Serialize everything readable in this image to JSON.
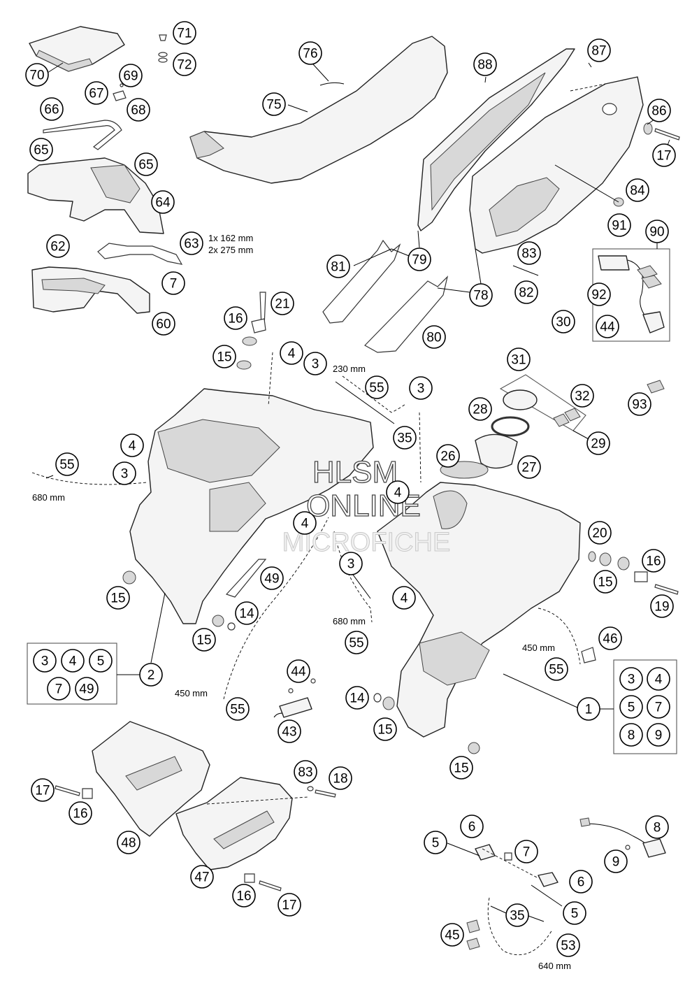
{
  "dimensions": {
    "d55_left": "680 mm",
    "d63": "1x 162 mm\n2x 275 mm",
    "d63_line1": "1x 162 mm",
    "d63_line2": "2x 275 mm",
    "d55_top": "230 mm",
    "d55_center": "680 mm",
    "d55_right": "450 mm",
    "d55_bottom_left": "450 mm",
    "d53": "640 mm"
  },
  "watermark": {
    "line1": "HLSM",
    "line2": "ONLINE",
    "line3": "MICROFICHE"
  },
  "callouts": [
    {
      "id": "c71",
      "label": "71"
    },
    {
      "id": "c72",
      "label": "72"
    },
    {
      "id": "c70",
      "label": "70"
    },
    {
      "id": "c69",
      "label": "69"
    },
    {
      "id": "c67",
      "label": "67"
    },
    {
      "id": "c68",
      "label": "68"
    },
    {
      "id": "c66",
      "label": "66"
    },
    {
      "id": "c65a",
      "label": "65"
    },
    {
      "id": "c65b",
      "label": "65"
    },
    {
      "id": "c64",
      "label": "64"
    },
    {
      "id": "c63",
      "label": "63"
    },
    {
      "id": "c62",
      "label": "62"
    },
    {
      "id": "c7a",
      "label": "7"
    },
    {
      "id": "c60",
      "label": "60"
    },
    {
      "id": "c76",
      "label": "76"
    },
    {
      "id": "c75",
      "label": "75"
    },
    {
      "id": "c88",
      "label": "88"
    },
    {
      "id": "c87",
      "label": "87"
    },
    {
      "id": "c86",
      "label": "86"
    },
    {
      "id": "c17a",
      "label": "17"
    },
    {
      "id": "c84",
      "label": "84"
    },
    {
      "id": "c91",
      "label": "91"
    },
    {
      "id": "c90",
      "label": "90"
    },
    {
      "id": "c83a",
      "label": "83"
    },
    {
      "id": "c82",
      "label": "82"
    },
    {
      "id": "c92",
      "label": "92"
    },
    {
      "id": "c44a",
      "label": "44"
    },
    {
      "id": "c81",
      "label": "81"
    },
    {
      "id": "c79",
      "label": "79"
    },
    {
      "id": "c78",
      "label": "78"
    },
    {
      "id": "c80",
      "label": "80"
    },
    {
      "id": "c21",
      "label": "21"
    },
    {
      "id": "c16a",
      "label": "16"
    },
    {
      "id": "c15a",
      "label": "15"
    },
    {
      "id": "c4a",
      "label": "4"
    },
    {
      "id": "c3a",
      "label": "3"
    },
    {
      "id": "c55a",
      "label": "55"
    },
    {
      "id": "c3b",
      "label": "3"
    },
    {
      "id": "c35a",
      "label": "35"
    },
    {
      "id": "c30",
      "label": "30"
    },
    {
      "id": "c31",
      "label": "31"
    },
    {
      "id": "c32",
      "label": "32"
    },
    {
      "id": "c28",
      "label": "28"
    },
    {
      "id": "c29",
      "label": "29"
    },
    {
      "id": "c93",
      "label": "93"
    },
    {
      "id": "c26",
      "label": "26"
    },
    {
      "id": "c27",
      "label": "27"
    },
    {
      "id": "c4b",
      "label": "4"
    },
    {
      "id": "c3c",
      "label": "3"
    },
    {
      "id": "c55b",
      "label": "55"
    },
    {
      "id": "c4c",
      "label": "4"
    },
    {
      "id": "c4d",
      "label": "4"
    },
    {
      "id": "c20",
      "label": "20"
    },
    {
      "id": "c16b",
      "label": "16"
    },
    {
      "id": "c15b",
      "label": "15"
    },
    {
      "id": "c19",
      "label": "19"
    },
    {
      "id": "c3d",
      "label": "3"
    },
    {
      "id": "c4e",
      "label": "4"
    },
    {
      "id": "c49",
      "label": "49"
    },
    {
      "id": "c15c",
      "label": "15"
    },
    {
      "id": "c14a",
      "label": "14"
    },
    {
      "id": "c15d",
      "label": "15"
    },
    {
      "id": "c55c",
      "label": "55"
    },
    {
      "id": "c46",
      "label": "46"
    },
    {
      "id": "c55d",
      "label": "55"
    },
    {
      "id": "c2",
      "label": "2"
    },
    {
      "id": "g2_3",
      "label": "3"
    },
    {
      "id": "g2_4",
      "label": "4"
    },
    {
      "id": "g2_5",
      "label": "5"
    },
    {
      "id": "g2_7",
      "label": "7"
    },
    {
      "id": "g2_49",
      "label": "49"
    },
    {
      "id": "c44b",
      "label": "44"
    },
    {
      "id": "c43",
      "label": "43"
    },
    {
      "id": "c55e",
      "label": "55"
    },
    {
      "id": "c14b",
      "label": "14"
    },
    {
      "id": "c15e",
      "label": "15"
    },
    {
      "id": "c1",
      "label": "1"
    },
    {
      "id": "g1_3",
      "label": "3"
    },
    {
      "id": "g1_4",
      "label": "4"
    },
    {
      "id": "g1_5",
      "label": "5"
    },
    {
      "id": "g1_7",
      "label": "7"
    },
    {
      "id": "g1_8",
      "label": "8"
    },
    {
      "id": "g1_9",
      "label": "9"
    },
    {
      "id": "c15f",
      "label": "15"
    },
    {
      "id": "c17b",
      "label": "17"
    },
    {
      "id": "c16c",
      "label": "16"
    },
    {
      "id": "c48",
      "label": "48"
    },
    {
      "id": "c83b",
      "label": "83"
    },
    {
      "id": "c18",
      "label": "18"
    },
    {
      "id": "c47",
      "label": "47"
    },
    {
      "id": "c16d",
      "label": "16"
    },
    {
      "id": "c17c",
      "label": "17"
    },
    {
      "id": "c5a",
      "label": "5"
    },
    {
      "id": "c6a",
      "label": "6"
    },
    {
      "id": "c7b",
      "label": "7"
    },
    {
      "id": "c8",
      "label": "8"
    },
    {
      "id": "c9",
      "label": "9"
    },
    {
      "id": "c6b",
      "label": "6"
    },
    {
      "id": "c5b",
      "label": "5"
    },
    {
      "id": "c35b",
      "label": "35"
    },
    {
      "id": "c45",
      "label": "45"
    },
    {
      "id": "c53",
      "label": "53"
    }
  ]
}
